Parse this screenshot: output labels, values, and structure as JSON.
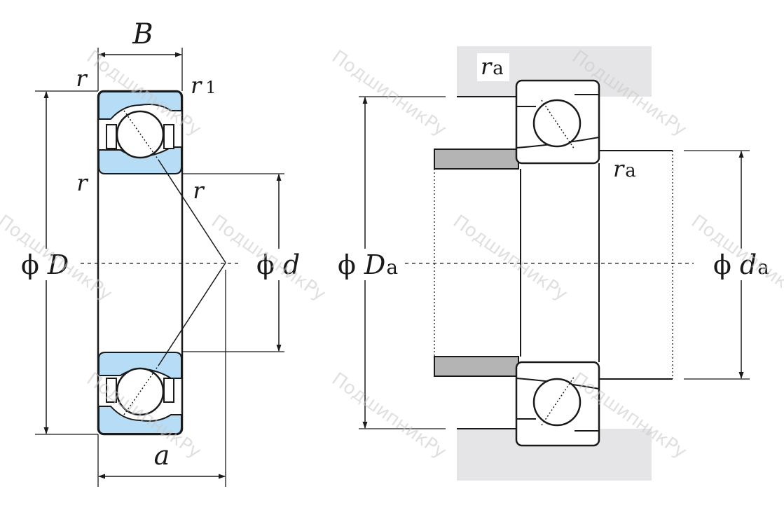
{
  "watermark": {
    "text": "ПодшипникРу"
  },
  "colors": {
    "ring_fill": "#b7dcf5",
    "housing_fill": "#e5e5e7",
    "shaft_shoulder_fill": "#b4b4b4",
    "line": "#1a1a1a"
  },
  "left_view": {
    "width_label": "B",
    "corner_r_top_left": "r",
    "corner_r1_top_right": {
      "main": "r",
      "sub": "1"
    },
    "corner_r_mid_left": "r",
    "corner_r_mid_right": "r",
    "outer_diameter": {
      "symbol": "ϕ",
      "var": "D"
    },
    "bore_diameter": {
      "symbol": "ϕ",
      "var": "d"
    },
    "load_center_label": "a"
  },
  "right_view": {
    "fillet_top": {
      "main": "r",
      "sub": "a"
    },
    "fillet_right": {
      "main": "r",
      "sub": "a"
    },
    "housing_shoulder_diameter": {
      "symbol": "ϕ",
      "main": "D",
      "sub": "a"
    },
    "shaft_shoulder_diameter": {
      "symbol": "ϕ",
      "main": "d",
      "sub": "a"
    }
  }
}
